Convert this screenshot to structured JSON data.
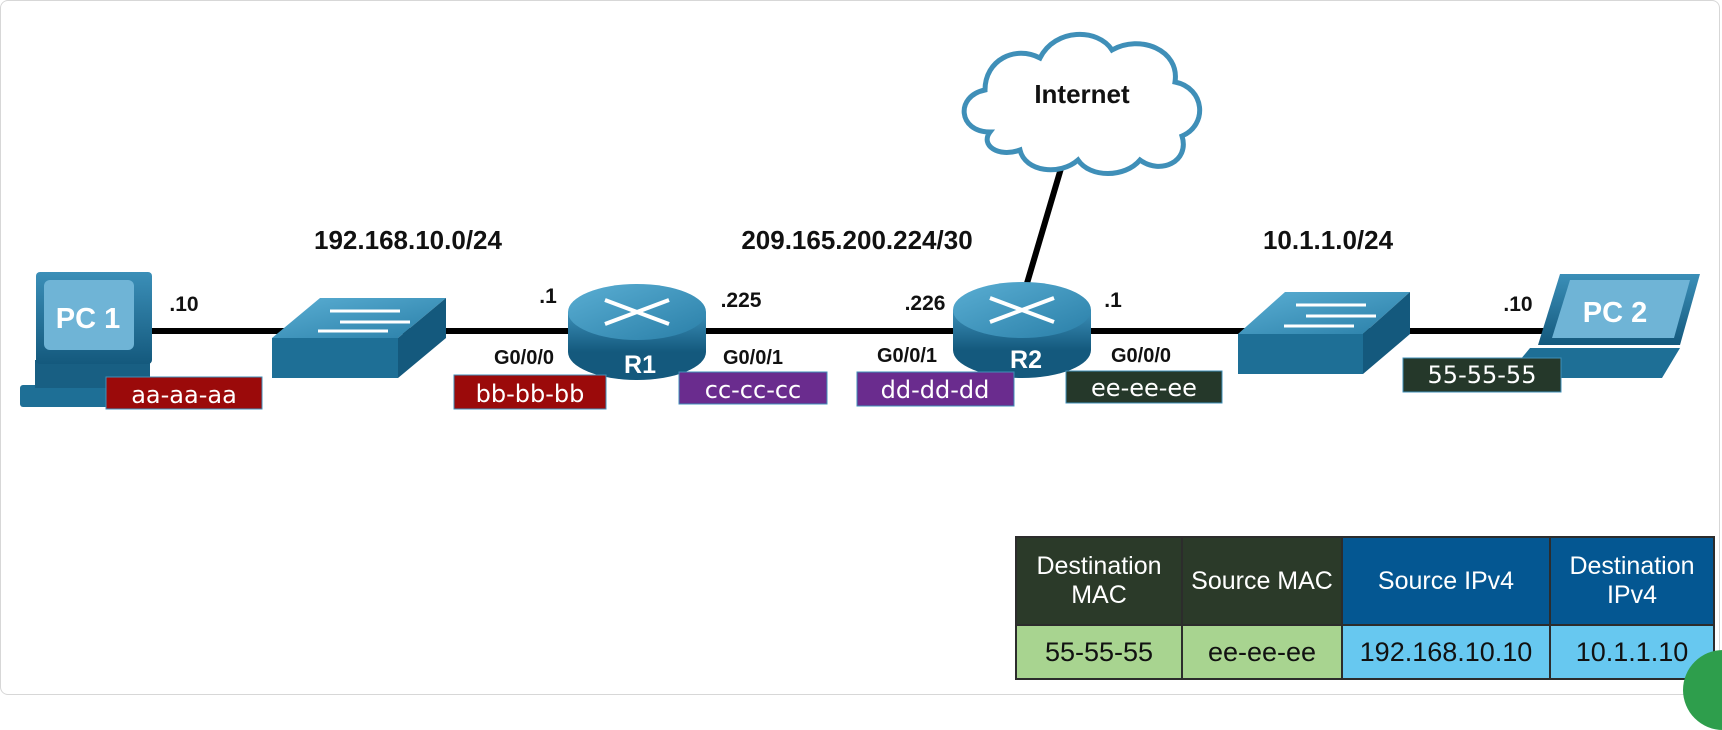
{
  "networks": {
    "lan1": "192.168.10.0/24",
    "wan": "209.165.200.224/30",
    "lan2": "10.1.1.0/24"
  },
  "cloud": {
    "label": "Internet"
  },
  "devices": {
    "pc1": {
      "label": "PC 1",
      "ip": ".10",
      "mac": "aa-aa-aa"
    },
    "pc2": {
      "label": "PC 2",
      "ip": ".10",
      "mac": "55-55-55"
    },
    "r1": {
      "label": "R1",
      "g000": {
        "name": "G0/0/0",
        "ip": ".1",
        "mac": "bb-bb-bb"
      },
      "g001": {
        "name": "G0/0/1",
        "ip": ".225",
        "mac": "cc-cc-cc"
      }
    },
    "r2": {
      "label": "R2",
      "g001": {
        "name": "G0/0/1",
        "ip": ".226",
        "mac": "dd-dd-dd"
      },
      "g000": {
        "name": "G0/0/0",
        "ip": ".1",
        "mac": "ee-ee-ee"
      }
    }
  },
  "colors": {
    "red_tag": "#9b0a0a",
    "purple_tag": "#6a2c8e",
    "dark_tag": "#25382a",
    "device_blue": "#1e6f96",
    "table_dark": "#2b3a29",
    "table_blue": "#045792",
    "cell_green": "#a8d490",
    "cell_blue": "#67c8f0"
  },
  "frame_table": {
    "headers": [
      "Destination MAC",
      "Source MAC",
      "Source IPv4",
      "Destination IPv4"
    ],
    "values": [
      "55-55-55",
      "ee-ee-ee",
      "192.168.10.10",
      "10.1.1.10"
    ]
  }
}
